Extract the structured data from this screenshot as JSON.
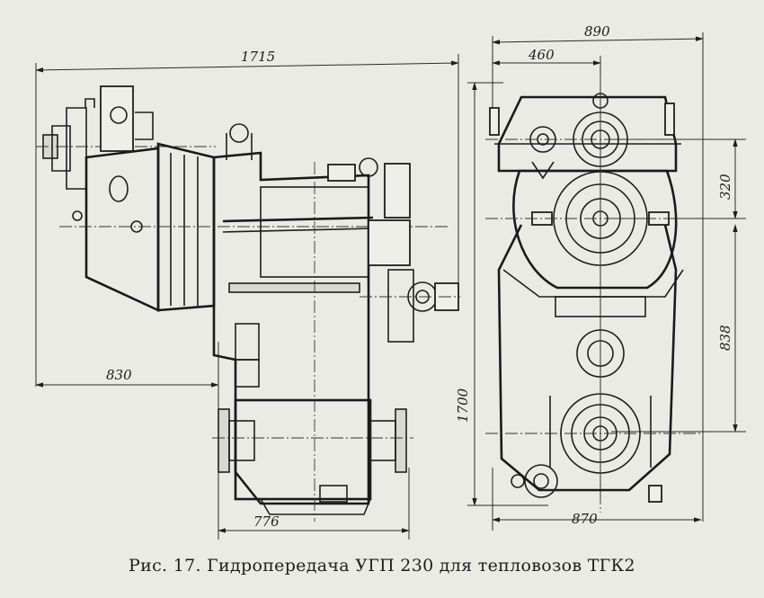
{
  "dimensions": {
    "overall_length": "1715",
    "left_offset": "830",
    "bottom_width": "776",
    "height": "1700",
    "side_width": "890",
    "side_half": "460",
    "side_bottom_width": "870",
    "upper_shaft_spacing": "320",
    "lower_shaft_spacing": "838"
  },
  "caption": "Рис. 17. Гидропередача УГП 230 для тепловозов ТГК2"
}
